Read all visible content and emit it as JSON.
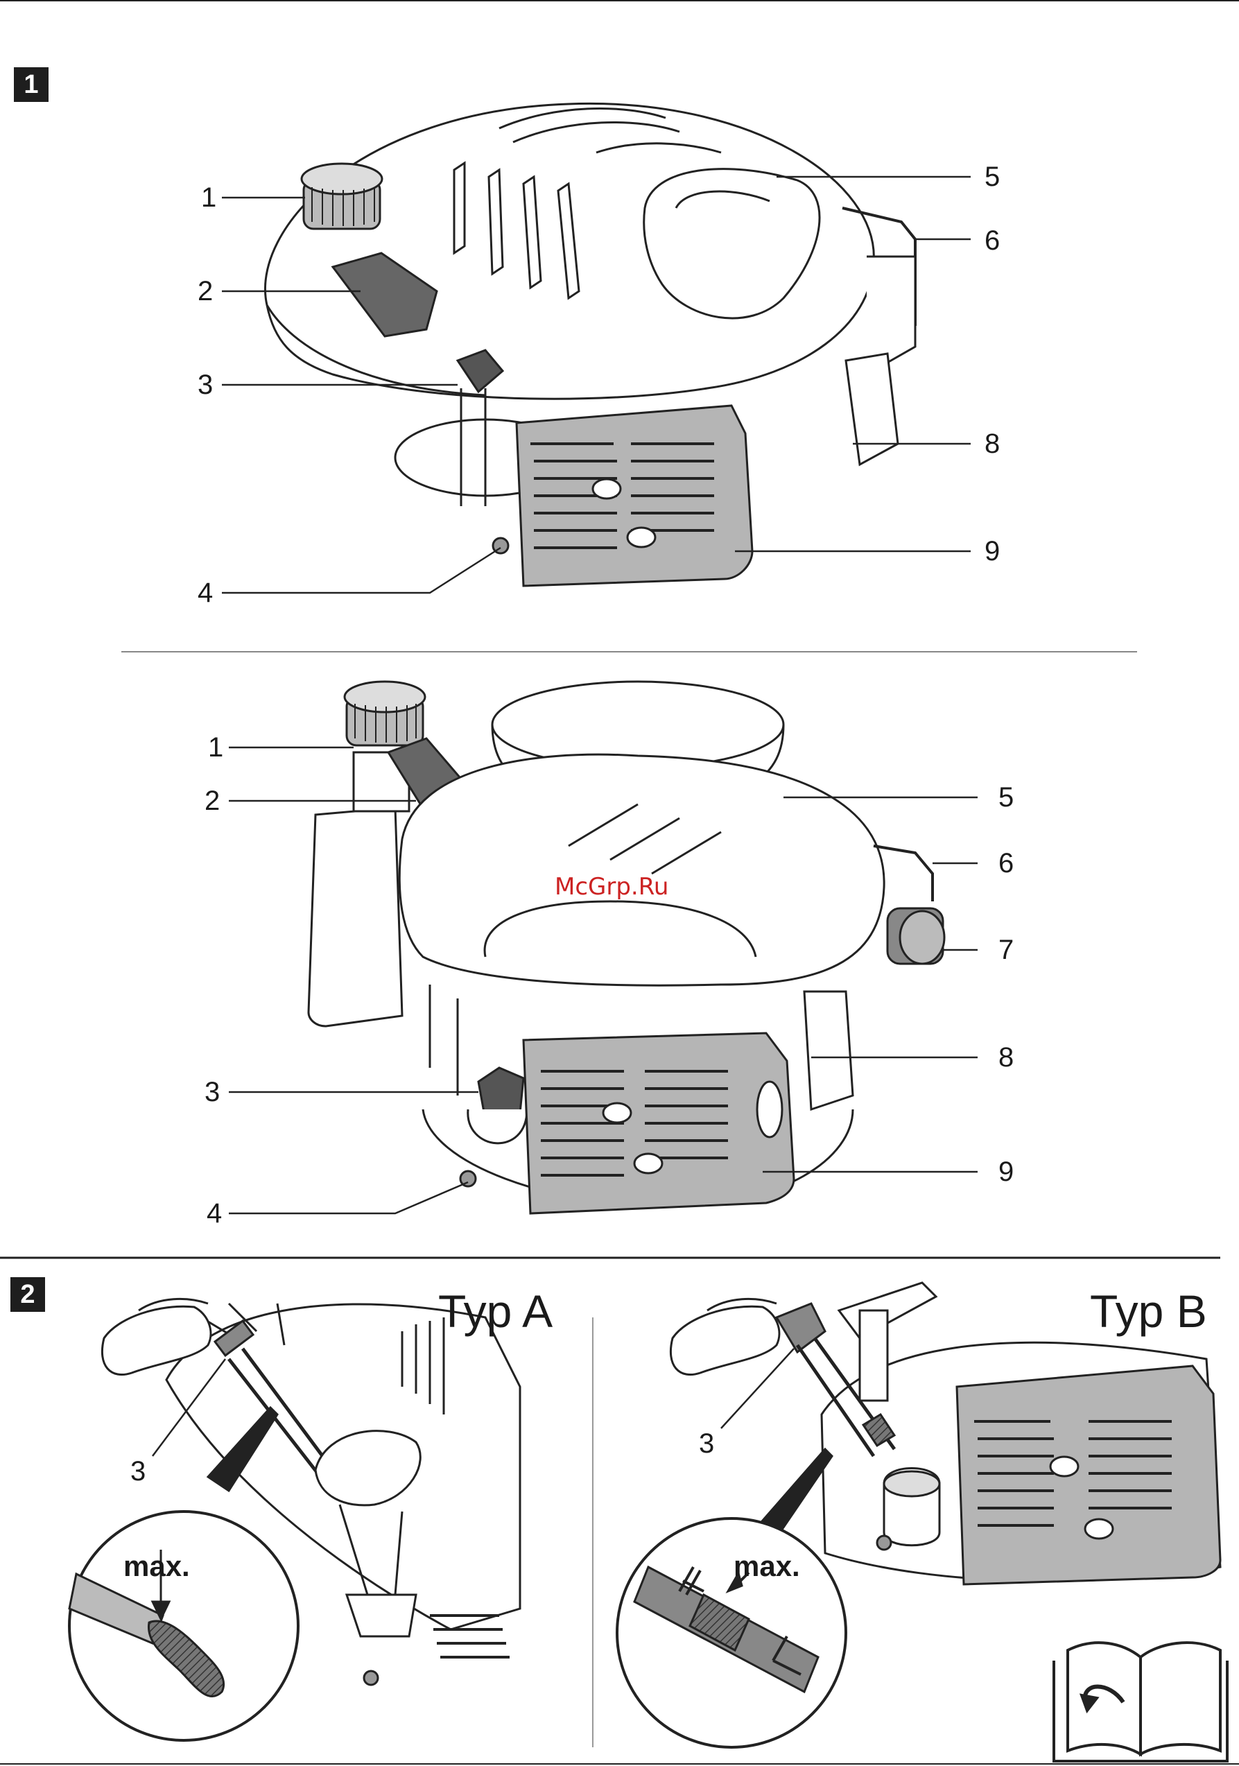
{
  "sections": {
    "s1": {
      "badge": "1"
    },
    "s2": {
      "badge": "2"
    }
  },
  "figure_top": {
    "callouts": [
      "1",
      "2",
      "3",
      "4",
      "5",
      "6",
      "8",
      "9"
    ]
  },
  "figure_bottom": {
    "callouts": [
      "1",
      "2",
      "3",
      "4",
      "5",
      "6",
      "7",
      "8",
      "9"
    ],
    "watermark": "McGrp.Ru"
  },
  "panel_a": {
    "title": "Typ A",
    "callout": "3",
    "max_label": "max."
  },
  "panel_b": {
    "title": "Typ B",
    "callout": "3",
    "max_label": "max."
  },
  "icons": [
    "engine-illustration",
    "dipstick-detail-icon",
    "manual-page-turn-icon"
  ]
}
